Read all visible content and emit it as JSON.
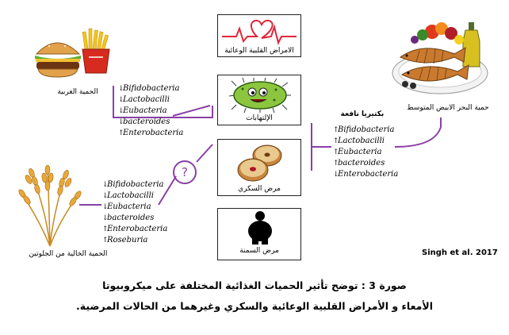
{
  "diseases": {
    "cardio": "الامراض القلبية الوعائية",
    "inflammation": "الإلتهابات",
    "diabetes": "مرض السكري",
    "obesity": "مرض السمنة"
  },
  "diets": {
    "western": "الحمية الغربية",
    "gluten_free": "الحمية الخالية من الجلوتين",
    "mediterranean": "حمية البحر الابيض المتوسط"
  },
  "question_mark": "?",
  "beneficial_bacteria_label": "بكتيريا نافعة",
  "western_bacteria": [
    {
      "arrow": "↓",
      "name": "Bifidobacteria"
    },
    {
      "arrow": "↓",
      "name": "Lactobacilli"
    },
    {
      "arrow": "↓",
      "name": "Eubacteria"
    },
    {
      "arrow": "↓",
      "name": "bacteroides"
    },
    {
      "arrow": "↑",
      "name": "Enterobacteria"
    }
  ],
  "gluten_bacteria": [
    {
      "arrow": "↓",
      "name": "Bifidobacteria"
    },
    {
      "arrow": "↓",
      "name": "Lactobacilli"
    },
    {
      "arrow": "↓",
      "name": "Eubacteria"
    },
    {
      "arrow": "↓",
      "name": "bacteroides"
    },
    {
      "arrow": "↑",
      "name": "Enterobacteria"
    },
    {
      "arrow": "↑",
      "name": "Roseburia"
    }
  ],
  "med_bacteria": [
    {
      "arrow": "↑",
      "name": "Bifidobacteria"
    },
    {
      "arrow": "↑",
      "name": "Lactobacilli"
    },
    {
      "arrow": "↑",
      "name": "Eubacteria"
    },
    {
      "arrow": "↑",
      "name": "bacteroides"
    },
    {
      "arrow": "↓",
      "name": "Enterobacteria"
    }
  ],
  "citation": "Singh et al. 2017",
  "caption_line1": "صورة 3 : توضح تأثير الحميات الغذائية المختلفة على ميكروبيوتا",
  "caption_line2": "الأمعاء و الأمراض القلبية الوعائية والسكري وغيرهما من الحالات المرضية.",
  "colors": {
    "connector": "#8a3fa8",
    "heart": "#e0263a",
    "bacterium": "#8cc63f"
  }
}
